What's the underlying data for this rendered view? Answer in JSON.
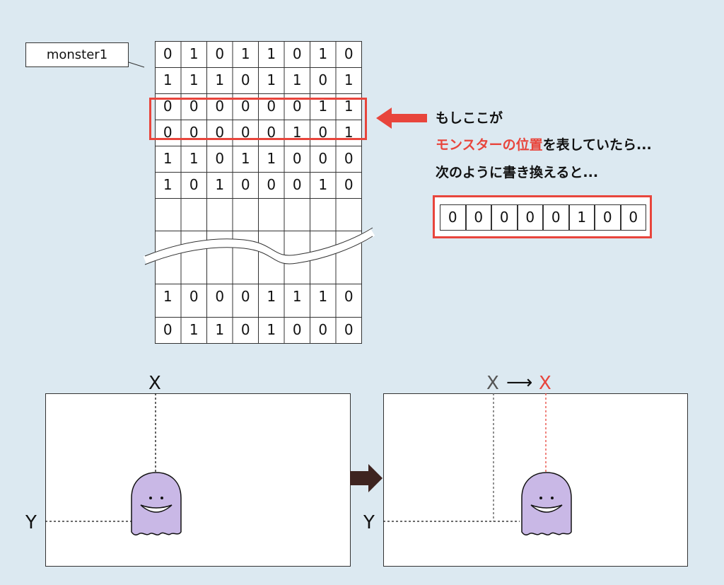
{
  "monster_label": "monster1",
  "grid_rows": [
    [
      "0",
      "1",
      "0",
      "1",
      "1",
      "0",
      "1",
      "0"
    ],
    [
      "1",
      "1",
      "1",
      "0",
      "1",
      "1",
      "0",
      "1"
    ],
    [
      "0",
      "0",
      "0",
      "0",
      "0",
      "0",
      "1",
      "1"
    ],
    [
      "0",
      "0",
      "0",
      "0",
      "0",
      "1",
      "0",
      "1"
    ],
    [
      "1",
      "1",
      "0",
      "1",
      "1",
      "0",
      "0",
      "0"
    ],
    [
      "1",
      "0",
      "1",
      "0",
      "0",
      "0",
      "1",
      "0"
    ],
    [
      "1",
      "0",
      "0",
      "0",
      "1",
      "1",
      "1",
      "0"
    ],
    [
      "0",
      "1",
      "1",
      "0",
      "1",
      "0",
      "0",
      "0"
    ]
  ],
  "highlighted_row_index": 2,
  "caption": {
    "line1": "もしここが",
    "line2_red": "モンスターの位置",
    "line2_rest": "を表していたら...",
    "line3": "次のように書き換えると..."
  },
  "new_row": [
    "0",
    "0",
    "0",
    "0",
    "0",
    "1",
    "0",
    "0"
  ],
  "diagram": {
    "before": {
      "x_label": "X",
      "y_label": "Y"
    },
    "after": {
      "x_old_label": "X",
      "arrow_symbol": "⟶",
      "x_new_label": "X",
      "y_label": "Y"
    }
  },
  "colors": {
    "background": "#dce9f1",
    "highlight_red": "#e8453c",
    "ghost_purple": "#c9b8e6",
    "arrow_dark": "#3e2420",
    "old_x_gray": "#555555"
  },
  "icons": [
    "left-arrow-icon",
    "right-arrow-icon",
    "ghost-monster-icon"
  ]
}
